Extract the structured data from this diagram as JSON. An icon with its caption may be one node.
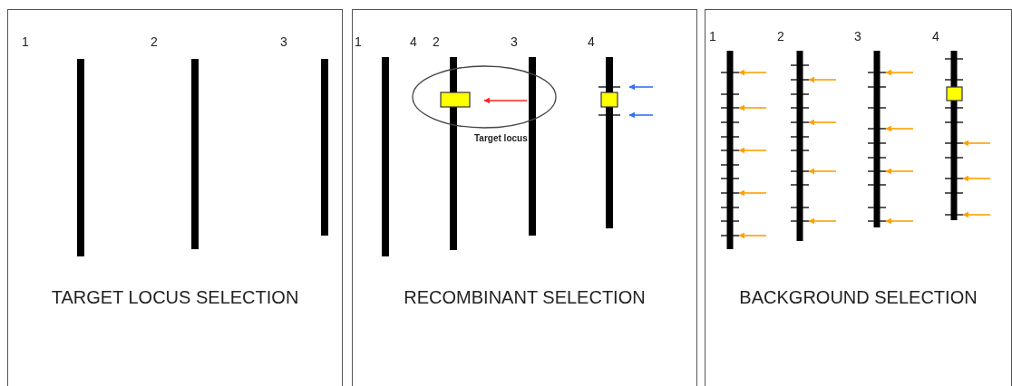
{
  "diagram": {
    "nodes": [
      {
        "text": [
          "TARGET LOCUS SELECTION"
        ]
      },
      {
        "text": [
          "RECOMBINANT SELECTION"
        ]
      },
      {
        "text": [
          "BACKGROUND SELECTION"
        ]
      },
      {
        "text": [],
        "shape": "ellipse",
        "in": 1,
        "beside": [
          "Target locus"
        ]
      }
    ],
    "labels": [
      "1",
      "2",
      "3",
      "1",
      "4",
      "2",
      "3",
      "4",
      "1",
      "2",
      "3",
      "4"
    ]
  }
}
